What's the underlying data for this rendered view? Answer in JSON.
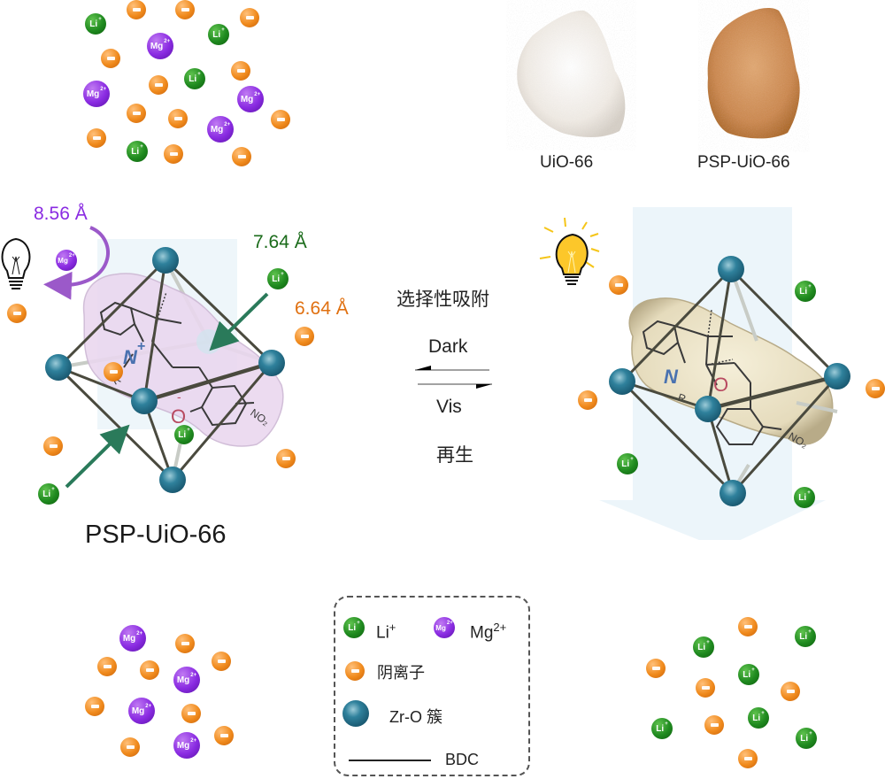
{
  "figure": {
    "ion_labels": {
      "lithium": "Li",
      "lithium_charge": "+",
      "magnesium": "Mg",
      "magnesium_charge": "2+",
      "anion": "-"
    },
    "powders": [
      {
        "label": "UiO-66",
        "color": "#f3efe9"
      },
      {
        "label": "PSP-UiO-66",
        "color": "#d49a6a"
      }
    ],
    "left_structure": {
      "label": "PSP-UiO-66",
      "mg_size": "8.56 Å",
      "li_size": "7.64 Å",
      "anion_size": "6.64 Å",
      "state": "light-off",
      "surface_color": "#e8d6ec"
    },
    "right_structure": {
      "state": "light-on",
      "surface_color": "#e9dfc2"
    },
    "center": {
      "top_label": "选择性吸附",
      "arrow_top_label": "Dark",
      "arrow_bottom_label": "Vis",
      "bottom_label": "再生"
    },
    "legend": {
      "items": [
        {
          "label": "Li",
          "superscript": "+"
        },
        {
          "label": "Mg",
          "superscript": "2+"
        },
        {
          "label": "阴离子"
        },
        {
          "label": "Zr-O 簇"
        },
        {
          "label": "BDC"
        }
      ]
    },
    "colors": {
      "li": "#1f8a1f",
      "mg": "#8a2be2",
      "anion": "#f08a1c",
      "zr_cluster": "#2e7f9a",
      "bdc": "#4a4a3e",
      "mg_text": "#8a2be2",
      "li_text": "#1a6b1a",
      "anion_text": "#e07010"
    }
  }
}
